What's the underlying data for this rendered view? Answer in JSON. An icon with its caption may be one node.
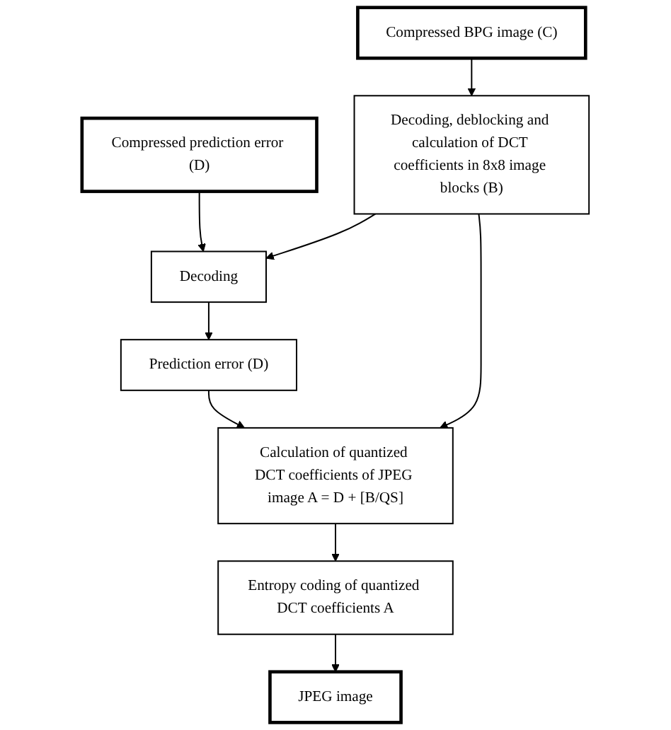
{
  "diagram": {
    "nodes": [
      {
        "text": [
          "Compressed BPG image (C)"
        ]
      },
      {
        "text": [
          "Compressed prediction error (D)"
        ]
      },
      {
        "text": [
          "Decoding, deblocking and calculation of DCT coefficients in 8x8 image blocks (B)"
        ]
      },
      {
        "text": [
          "Decoding"
        ]
      },
      {
        "text": [
          "Calculation of quantized DCT coefficients of JPEG image A = D + [B/QS]"
        ]
      },
      {
        "text": [
          "Prediction error (D)"
        ]
      },
      {
        "text": [
          "Entropy coding of quantized DCT coefficients A"
        ]
      },
      {
        "text": [
          "JPEG image"
        ]
      }
    ],
    "edges": [
      {
        "from": 0,
        "to": 2,
        "arrow": "to"
      },
      {
        "from": 1,
        "to": 3,
        "arrow": "to"
      },
      {
        "from": 2,
        "to": 3,
        "arrow": "to"
      },
      {
        "from": 2,
        "to": 4,
        "arrow": "to"
      },
      {
        "from": 3,
        "to": 5,
        "arrow": "to"
      },
      {
        "from": 5,
        "to": 4,
        "arrow": "to"
      },
      {
        "from": 4,
        "to": 6,
        "arrow": "to"
      },
      {
        "from": 6,
        "to": 7,
        "arrow": "to"
      }
    ]
  }
}
